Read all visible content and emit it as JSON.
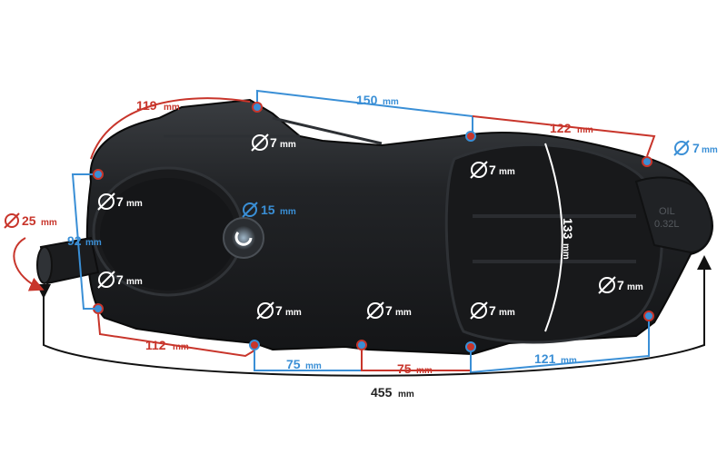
{
  "colors": {
    "red": "#c8352b",
    "blue": "#3a8fd6",
    "cover": "#1b1d1f",
    "cover_highlight": "#3a3d41",
    "white": "#ffffff"
  },
  "cover_label": {
    "oil": "OIL",
    "volume": "0.32L"
  },
  "dimensions": {
    "overall_length": {
      "value": "455",
      "unit": "mm"
    },
    "height": {
      "value": "133",
      "unit": "mm"
    },
    "left_height": {
      "value": "92",
      "unit": "mm"
    },
    "inlet_diameter": {
      "value": "25",
      "unit": "mm"
    },
    "center_hole": {
      "value": "15",
      "unit": "mm"
    },
    "hole_spacing": [
      {
        "value": "119",
        "unit": "mm",
        "color": "red"
      },
      {
        "value": "150",
        "unit": "mm",
        "color": "blue"
      },
      {
        "value": "122",
        "unit": "mm",
        "color": "red"
      },
      {
        "value": "112",
        "unit": "mm",
        "color": "red"
      },
      {
        "value": "75",
        "unit": "mm",
        "color": "blue"
      },
      {
        "value": "75",
        "unit": "mm",
        "color": "red"
      },
      {
        "value": "121",
        "unit": "mm",
        "color": "blue"
      }
    ],
    "bolt_hole_diameter": {
      "value": "7",
      "unit": "mm"
    }
  },
  "icons": {
    "diameter": "diameter-symbol-icon"
  }
}
